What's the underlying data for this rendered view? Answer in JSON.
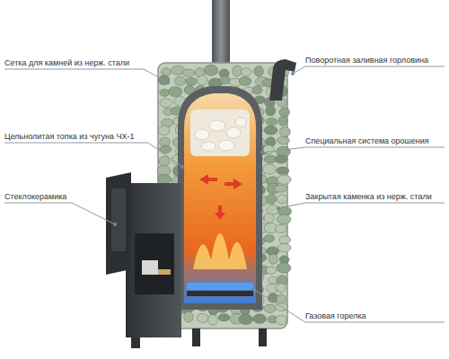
{
  "diagram": {
    "labels": [
      "Сетка для камней из нерж. стали",
      "Поворотная заливная горловина",
      "Цельнолитая топка из чугуна ЧХ-1",
      "Специальная система орошения",
      "Стеклокерамика",
      "Закрытая каменка из нерж. стали",
      "Газовая горелка"
    ]
  }
}
